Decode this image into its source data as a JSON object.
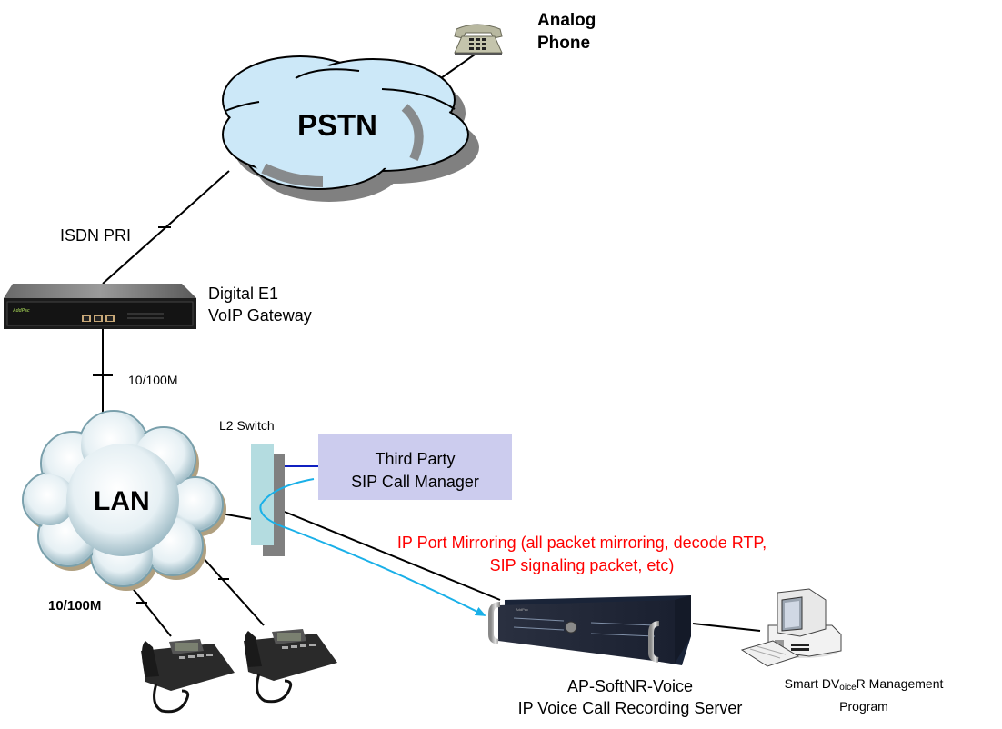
{
  "diagram": {
    "nodes": {
      "analog_phone": {
        "label_line1": "Analog",
        "label_line2": "Phone"
      },
      "pstn": {
        "label": "PSTN"
      },
      "gateway": {
        "label_line1": "Digital E1",
        "label_line2": "VoIP Gateway",
        "brand": "AddPac"
      },
      "lan": {
        "label": "LAN"
      },
      "l2_switch": {
        "label": "L2 Switch"
      },
      "call_manager": {
        "label_line1": "Third Party",
        "label_line2": "SIP Call Manager"
      },
      "recording_server": {
        "label_line1": "AP-SoftNR-Voice",
        "label_line2": "IP Voice Call Recording Server",
        "brand": "AddPac"
      },
      "management_pc": {
        "label_prefix": "Smart DV",
        "label_sub": "oice",
        "label_suffix": "R Management",
        "label_line2": "Program"
      },
      "ip_phones": {
        "count": 2
      }
    },
    "links": {
      "pstn_gateway": {
        "label": "ISDN PRI"
      },
      "gateway_lan": {
        "label": "10/100M"
      },
      "lan_phones": {
        "label": "10/100M"
      },
      "mirroring": {
        "label_line1": "IP Port Mirroring (all packet mirroring, decode RTP,",
        "label_line2": "SIP signaling packet, etc)"
      }
    },
    "colors": {
      "pstn_cloud": "#cce8f8",
      "cloud_shadow": "#808080",
      "switch_front": "#b4dce0",
      "switch_back": "#808080",
      "call_manager_box": "#ccccee",
      "mirror_line": "#1ab0e8",
      "signal_line": "#1020c0",
      "mirror_text": "#ff0000"
    }
  }
}
